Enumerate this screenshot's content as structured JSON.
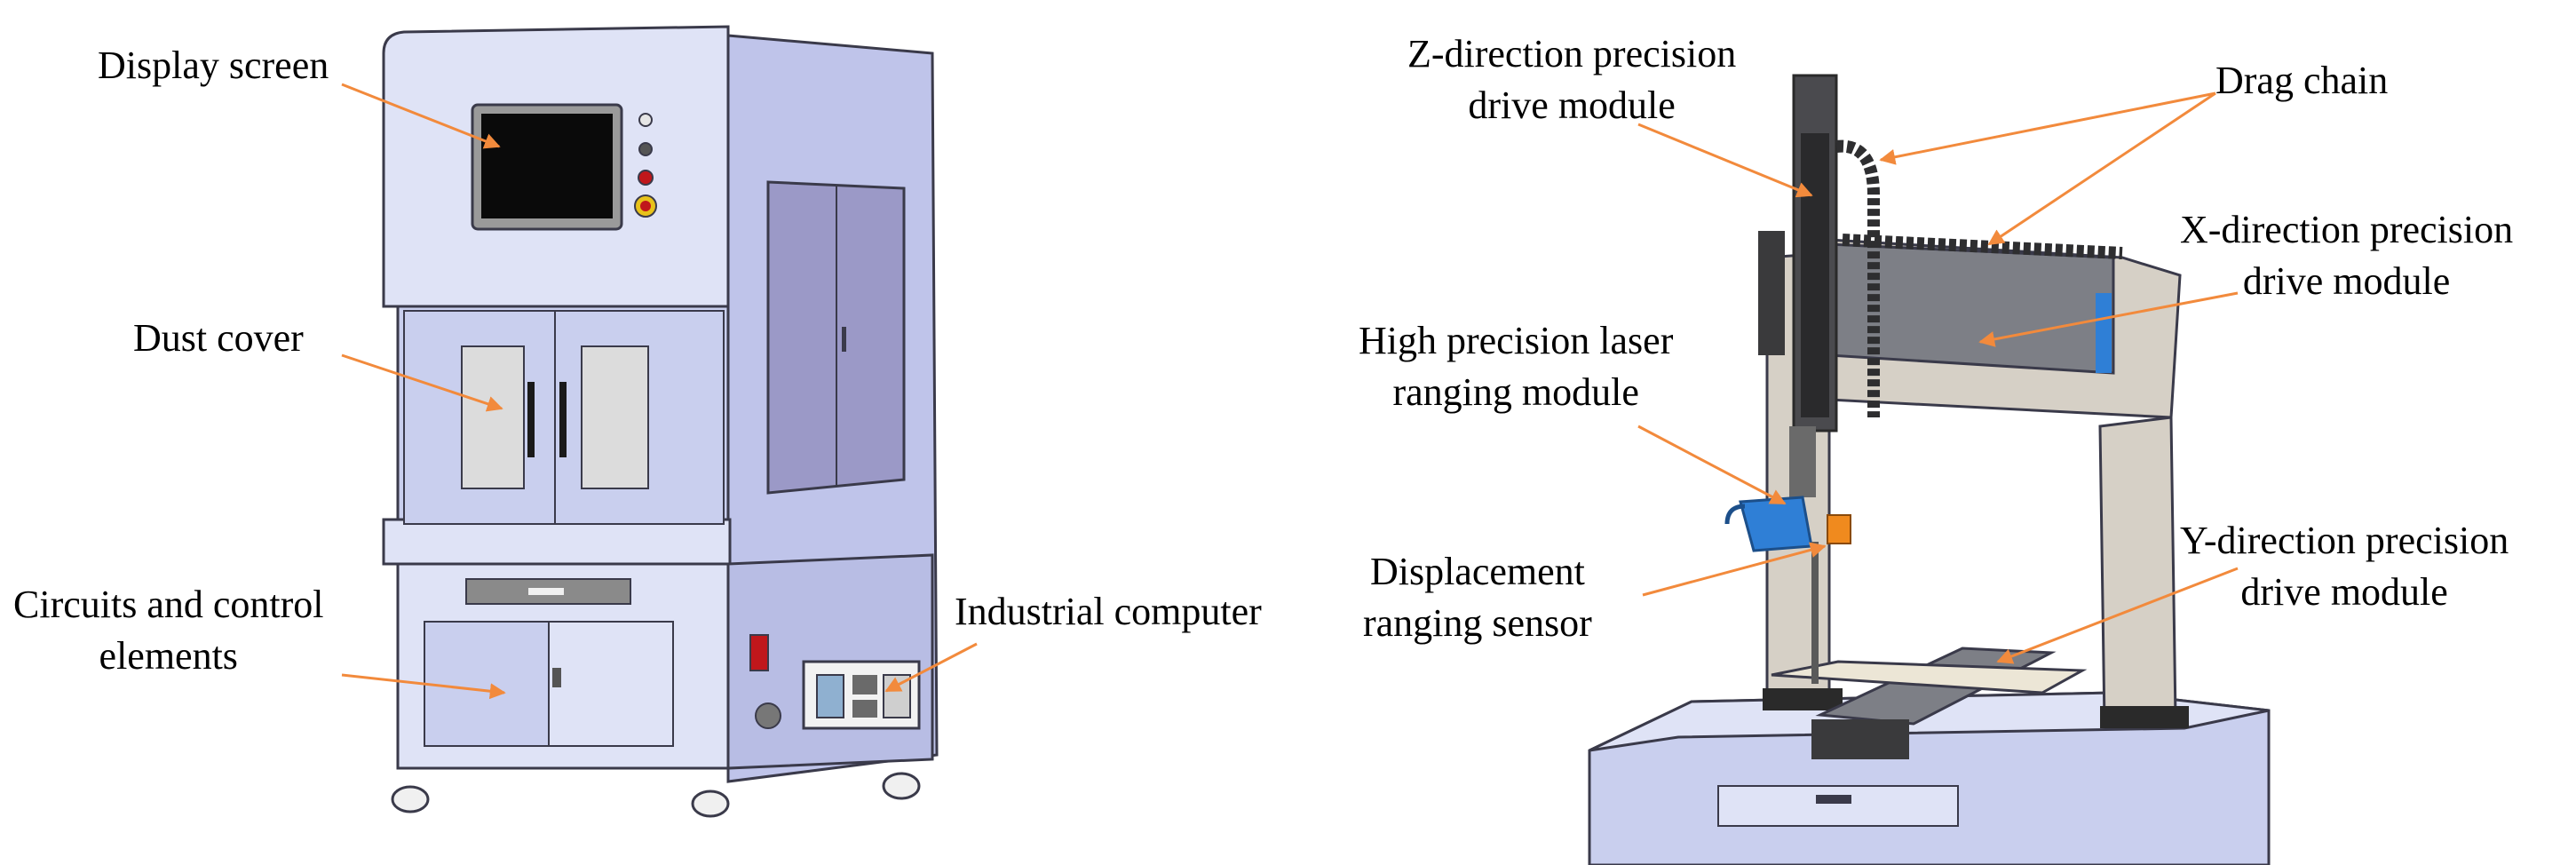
{
  "labels": {
    "display_screen": "Display screen",
    "dust_cover": "Dust cover",
    "circuits_line1": "Circuits and control",
    "circuits_line2": "elements",
    "industrial_computer": "Industrial computer",
    "z_module_line1": "Z-direction precision",
    "z_module_line2": "drive module",
    "drag_chain": "Drag chain",
    "x_module_line1": "X-direction precision",
    "x_module_line2": "drive module",
    "laser_line1": "High precision laser",
    "laser_line2": "ranging module",
    "displacement_line1": "Displacement",
    "displacement_line2": "ranging sensor",
    "y_module_line1": "Y-direction precision",
    "y_module_line2": "drive module"
  },
  "colors": {
    "arrow": "#f28a3c",
    "cabinet_body": "#c9cfee",
    "cabinet_light": "#dfe3f6",
    "cabinet_dark": "#a9afd8",
    "outline": "#3a3a4a",
    "screen": "#0a0a0a",
    "frame_metal": "#d6d0c6",
    "drive_module": "#7d7f86",
    "drag_chain": "#2e2e30",
    "sensor_blue": "#2f7fd6",
    "sensor_orange": "#f08a1e"
  }
}
